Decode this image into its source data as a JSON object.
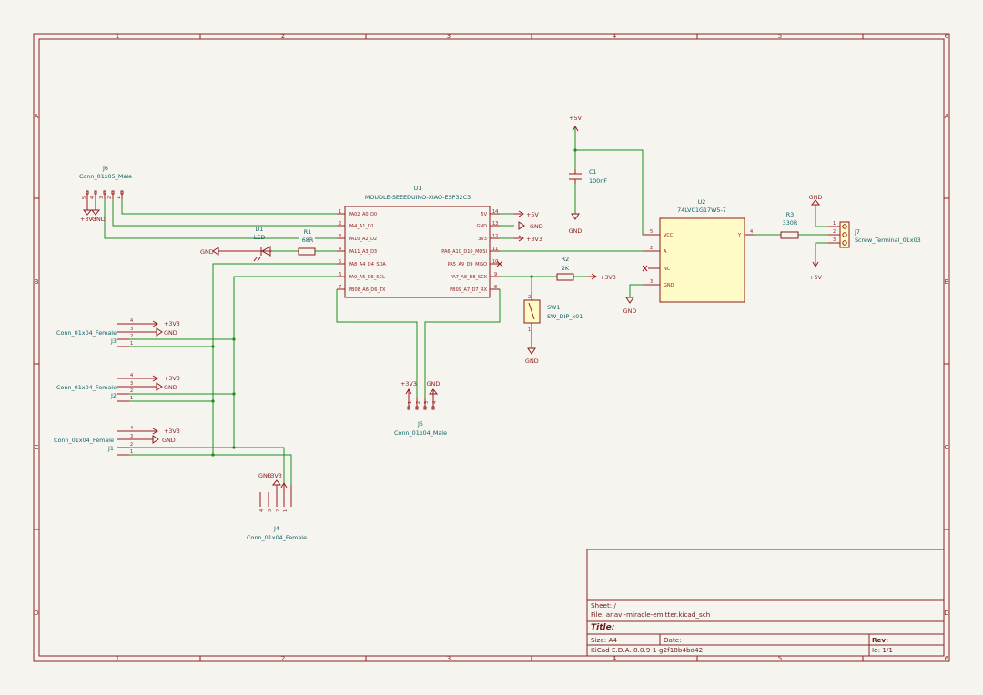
{
  "sheet": {
    "column_labels": [
      "1",
      "2",
      "3",
      "4",
      "5",
      "6"
    ],
    "row_labels": [
      "A",
      "B",
      "C",
      "D"
    ]
  },
  "components": {
    "u1": {
      "ref": "U1",
      "value": "MOUDLE-SEEEDUINO-XIAO-ESP32C3",
      "left_pins": [
        {
          "num": "1",
          "name": "PA02_A0_D0"
        },
        {
          "num": "2",
          "name": "PA4_A1_D1"
        },
        {
          "num": "3",
          "name": "PA10_A2_D2"
        },
        {
          "num": "4",
          "name": "PA11_A3_D3"
        },
        {
          "num": "5",
          "name": "PA8_A4_D4_SDA"
        },
        {
          "num": "6",
          "name": "PA9_A5_D5_SCL"
        },
        {
          "num": "7",
          "name": "PB08_A6_D6_TX"
        }
      ],
      "right_pins": [
        {
          "num": "14",
          "name": "5V"
        },
        {
          "num": "13",
          "name": "GND"
        },
        {
          "num": "12",
          "name": "3V3"
        },
        {
          "num": "11",
          "name": "PA6_A10_D10_MOSI"
        },
        {
          "num": "10",
          "name": "PA5_A9_D9_MISO"
        },
        {
          "num": "9",
          "name": "PA7_A8_D8_SCK"
        },
        {
          "num": "8",
          "name": "PB09_A7_D7_RX"
        }
      ]
    },
    "u2": {
      "ref": "U2",
      "value": "74LVC1G17W5-7",
      "pins": [
        {
          "num": "5",
          "name": "VCC"
        },
        {
          "num": "2",
          "name": "A"
        },
        {
          "num": "",
          "name": "NC"
        },
        {
          "num": "3",
          "name": "GND"
        },
        {
          "num": "4",
          "name": "Y"
        }
      ]
    },
    "c1": {
      "ref": "C1",
      "value": "100nF"
    },
    "r1": {
      "ref": "R1",
      "value": "68R"
    },
    "r2": {
      "ref": "R2",
      "value": "2K"
    },
    "r3": {
      "ref": "R3",
      "value": "330R"
    },
    "d1": {
      "ref": "D1",
      "value": "LED"
    },
    "sw1": {
      "ref": "SW1",
      "value": "SW_DIP_x01"
    },
    "j1": {
      "ref": "J1",
      "value": "Conn_01x04_Female"
    },
    "j2": {
      "ref": "J2",
      "value": "Conn_01x04_Female"
    },
    "j3": {
      "ref": "J3",
      "value": "Conn_01x04_Female"
    },
    "j4": {
      "ref": "J4",
      "value": "Conn_01x04_Female"
    },
    "j5": {
      "ref": "J5",
      "value": "Conn_01x04_Male"
    },
    "j6": {
      "ref": "J6",
      "value": "Conn_01x05_Male"
    },
    "j7": {
      "ref": "J7",
      "value": "Screw_Terminal_01x03"
    }
  },
  "power": {
    "p5v": "+5V",
    "p3v3": "+3V3",
    "gnd": "GND"
  },
  "title_block": {
    "sheet_label": "Sheet: /",
    "file_label": "File: anavi-miracle-emitter.kicad_sch",
    "title_label": "Title:",
    "size_label": "Size: A4",
    "date_label": "Date:",
    "rev_label": "Rev:",
    "tool_label": "KiCad E.D.A. 8.0.9-1-g2f18b4bd42",
    "id_label": "Id: 1/1"
  }
}
